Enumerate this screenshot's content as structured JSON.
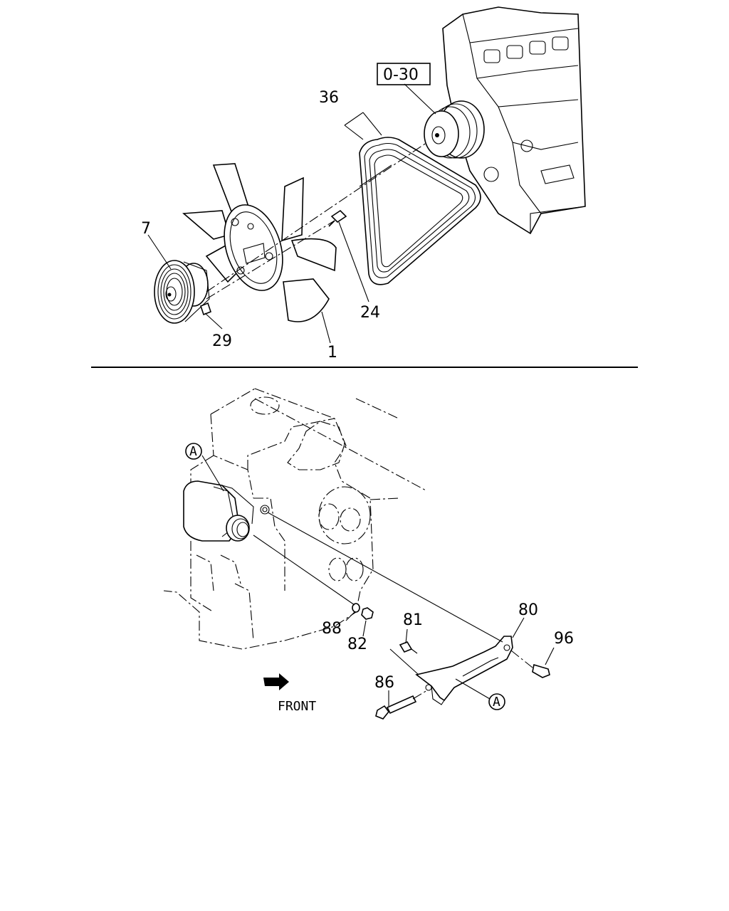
{
  "labels": {
    "p7": "7",
    "p29": "29",
    "p1": "1",
    "p24": "24",
    "p36": "36",
    "ref": "0-30",
    "p88": "88",
    "p82": "82",
    "p81": "81",
    "p80": "80",
    "p96": "96",
    "p86": "86",
    "markA": "A",
    "front": "FRONT"
  }
}
